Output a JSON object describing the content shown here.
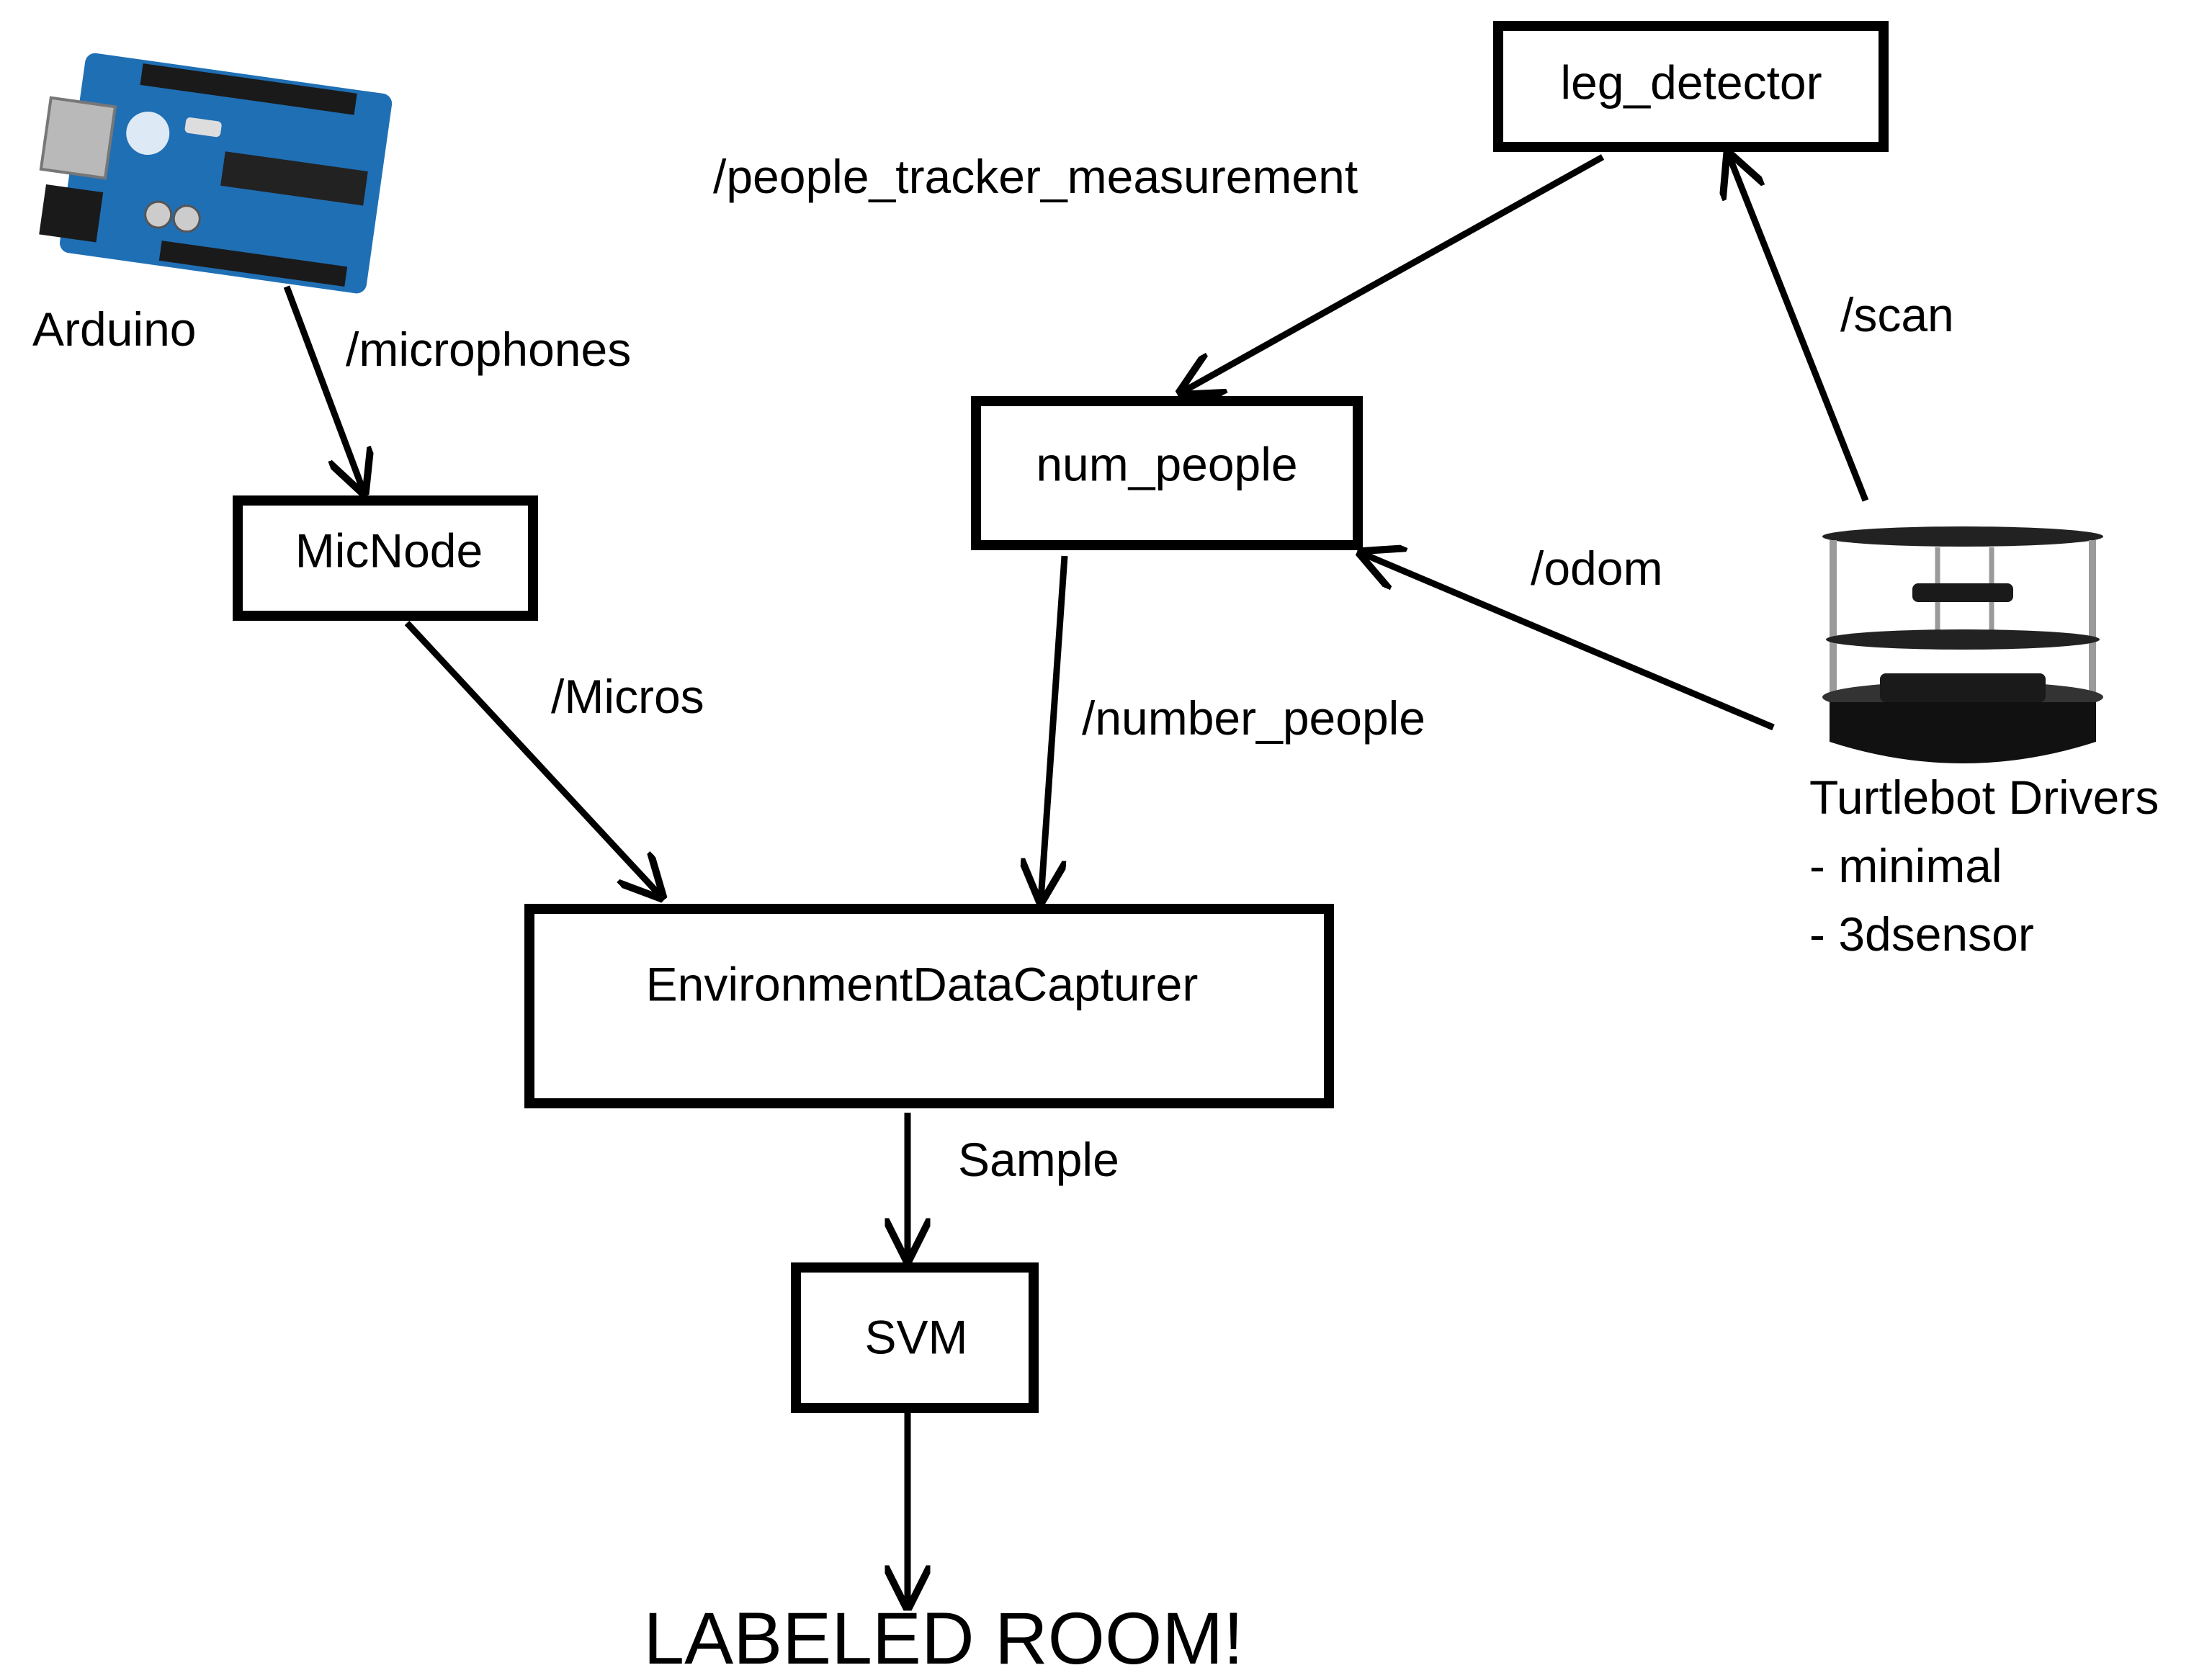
{
  "nodes": {
    "leg_detector": "leg_detector",
    "num_people": "num_people",
    "micnode": "MicNode",
    "env_capturer": "EnvironmentDataCapturer",
    "svm": "SVM"
  },
  "devices": {
    "arduino": "Arduino",
    "turtlebot": {
      "title": "Turtlebot Drivers",
      "items": [
        "- minimal",
        "- 3dsensor"
      ]
    }
  },
  "edges": {
    "microphones": "/microphones",
    "micros": "/Micros",
    "people_tracker": "/people_tracker_measurement",
    "scan": "/scan",
    "odom": "/odom",
    "number_people": "/number_people",
    "sample": "Sample"
  },
  "output": "LABELED ROOM!",
  "colors": {
    "arduino_board": "#1f6fb5",
    "arduino_dark": "#1a1a1a",
    "turtlebot_base": "#111111",
    "turtlebot_pole": "#9a9a9a"
  }
}
